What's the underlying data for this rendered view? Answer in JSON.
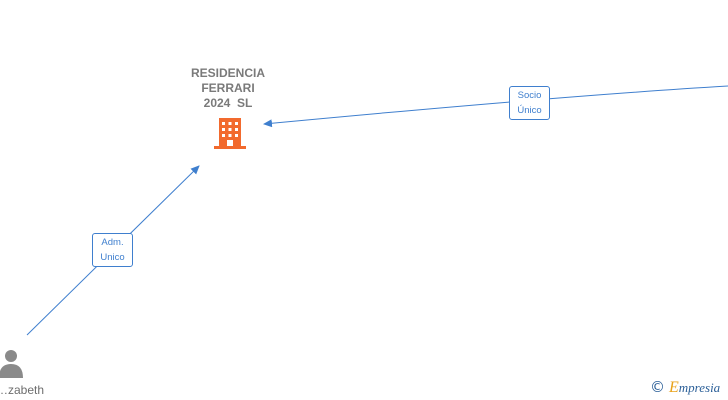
{
  "company": {
    "name_lines": [
      "RESIDENCIA",
      "FERRARI",
      "2024  SL"
    ],
    "icon": "building-icon",
    "icon_color": "#f26a2e"
  },
  "person": {
    "name": "…zabeth",
    "icon": "person-icon",
    "icon_color": "#8a8a8a"
  },
  "relations": [
    {
      "id": "socio-unico",
      "lines": [
        "Socio",
        "Único"
      ]
    },
    {
      "id": "adm-unico",
      "lines": [
        "Adm.",
        "Unico"
      ]
    }
  ],
  "colors": {
    "edge": "#3f7fce",
    "label_text": "#3f7fce",
    "node_text": "#7a7a7a"
  },
  "brand": {
    "copyright": "©",
    "initial": "E",
    "rest": "mpresia"
  }
}
